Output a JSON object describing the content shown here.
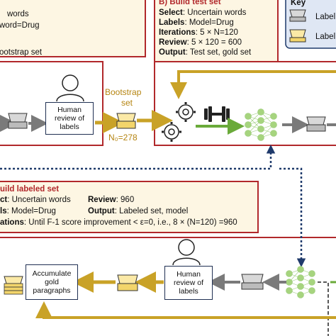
{
  "panel_a_top": {
    "line1": "words",
    "line2": "word=Drug",
    "line3": "ootstrap set"
  },
  "panel_b": {
    "title": "B) Build test set",
    "select_k": "Select",
    "select_v": ": Uncertain words",
    "labels_k": "Labels",
    "labels_v": ": Model=Drug",
    "iter_k": "Iterations",
    "iter_v": ": 5 × N=120",
    "review_k": "Review",
    "review_v": ": 5 × 120 = 600",
    "output_k": "Output",
    "output_v": ": Test set, gold set"
  },
  "key": {
    "title": "Key",
    "label1": "Label",
    "label2": "Label"
  },
  "middle": {
    "human_review": [
      "Human",
      "review of",
      "labels"
    ],
    "bootstrap": [
      "Bootstrap",
      "set"
    ],
    "n0": "N₀=278"
  },
  "panel_c": {
    "title": "uild labeled set",
    "select_k": "ct",
    "select_v": ": Uncertain words",
    "labels_k": "ls",
    "labels_v": ": Model=Drug",
    "iter_k": "ations",
    "iter_v": ": Until F-1 score  improvement < ε=0, i.e., 8 × (N=120) =960",
    "review_k": "Review",
    "review_v": ": 960",
    "output_k": "Output",
    "output_v": ": Labeled set, model"
  },
  "bottom": {
    "accumulate": [
      "Accumulate",
      "gold",
      "paragraphs"
    ],
    "human_review": [
      "Human",
      "review of",
      "labels"
    ]
  },
  "colors": {
    "red": "#b1282b",
    "gold": "#c9a227",
    "green": "#6aaa3a",
    "navy": "#1f3a6b",
    "grey": "#7a7a7a"
  }
}
